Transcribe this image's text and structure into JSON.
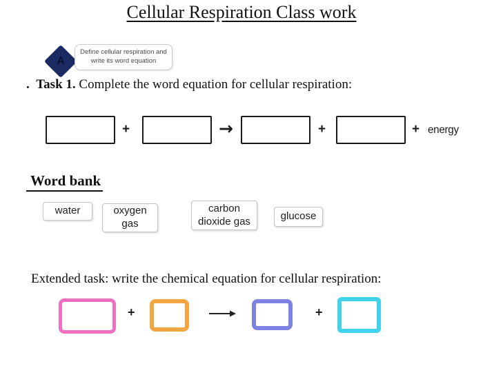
{
  "page": {
    "title": "Cellular Respiration Class work",
    "background": "#ffffff"
  },
  "prompt": {
    "badge_letter": "A",
    "badge_color": "#1a2a63",
    "note_text": "Define cellular respiration and\nwrite its word equation"
  },
  "task1": {
    "bullet": ".",
    "label": "Task 1.",
    "instruction": "Complete the word equation for cellular respiration:"
  },
  "equation": {
    "blank_count": 4,
    "plus": "+",
    "arrow": "→",
    "energy_label": "energy"
  },
  "word_bank": {
    "heading": "Word bank",
    "items": [
      "water",
      "oxygen\ngas",
      "carbon\ndioxide gas",
      "glucose"
    ]
  },
  "extended": {
    "instruction": "Extended task: write the chemical equation for cellular respiration:",
    "plus": "+",
    "box_colors": [
      "#f16fc2",
      "#f2a640",
      "#7d82e3",
      "#41d3ea"
    ]
  }
}
